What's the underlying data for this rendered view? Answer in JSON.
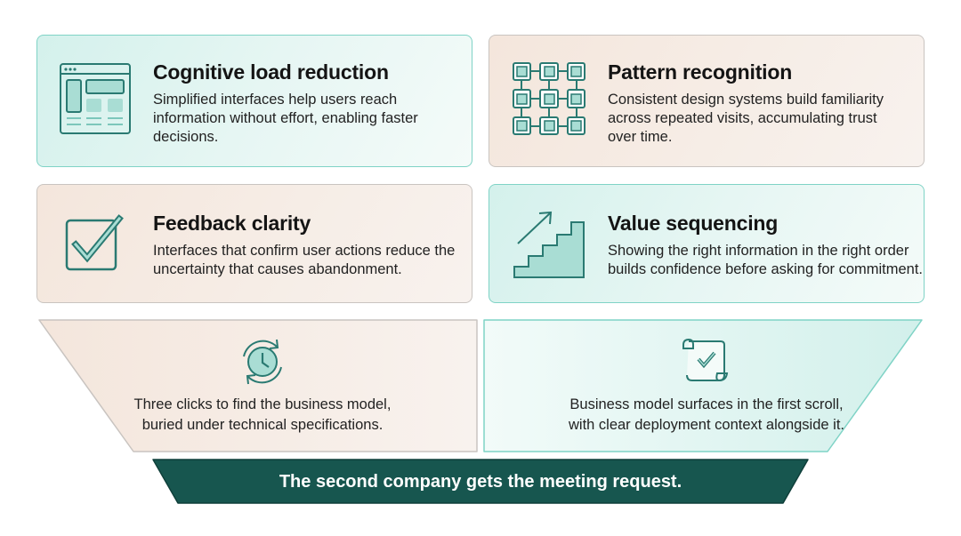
{
  "cards": [
    {
      "title": "Cognitive load reduction",
      "lines": [
        "Simplified interfaces help users reach",
        "information without effort, enabling faster",
        "decisions."
      ]
    },
    {
      "title": "Pattern recognition",
      "lines": [
        "Consistent design systems build familiarity",
        "across repeated visits, accumulating trust",
        "over time."
      ]
    },
    {
      "title": "Feedback clarity",
      "lines": [
        "Interfaces that confirm user actions reduce the",
        "uncertainty that causes abandonment."
      ]
    },
    {
      "title": "Value sequencing",
      "lines": [
        "Showing the right information in the right order",
        "builds confidence before asking for commitment."
      ]
    }
  ],
  "comparison": {
    "left": {
      "lines": [
        "Three clicks to find the business model,",
        "buried under technical specifications."
      ]
    },
    "right": {
      "lines": [
        "Business model surfaces in the first scroll,",
        "with clear deployment context alongside it."
      ]
    }
  },
  "banner": {
    "text": "The second company gets the meeting request."
  },
  "colors": {
    "teal_accent": "#2a7a72",
    "banner": "#17564f",
    "teal_border": "#7fd3c6"
  },
  "icons": [
    "browser-layout-icon",
    "grid-pattern-icon",
    "checkbox-check-icon",
    "stairs-arrow-icon",
    "clock-cycle-icon",
    "scroll-check-icon"
  ]
}
